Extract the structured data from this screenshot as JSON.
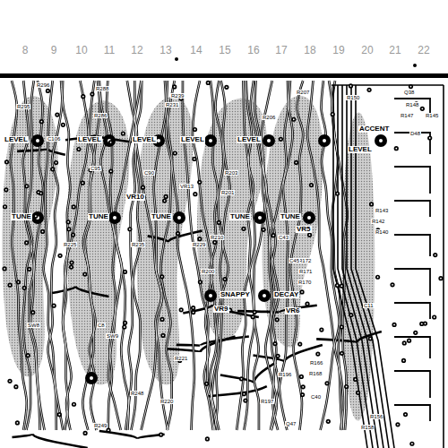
{
  "diagram": {
    "labels": [
      "8",
      "9",
      "10",
      "11",
      "12",
      "13",
      "14",
      "15",
      "16",
      "17",
      "18",
      "19",
      "20",
      "21",
      "22",
      "LEVEL",
      "LEVEL",
      "LEVEL",
      "LEVEL",
      "LEVEL",
      "LEVEL",
      "ACCENT",
      "TUNE",
      "TUNE",
      "TUNE",
      "TUNE",
      "TUNE",
      "VR5",
      "SNAPPY",
      "VR9",
      "DECAY",
      "VR6",
      "VR10",
      "R296",
      "R295",
      "R286",
      "R288",
      "R239",
      "R231",
      "R206",
      "R207",
      "R150",
      "R148",
      "R147",
      "R145",
      "Q38",
      "D48",
      "C95",
      "C90",
      "VR13",
      "C106",
      "R143",
      "R142",
      "R140",
      "C11",
      "R172",
      "R171",
      "R170",
      "R221",
      "R220",
      "R248",
      "R249",
      "R210",
      "R200",
      "R197",
      "R196",
      "R166",
      "R168",
      "R156",
      "R158",
      "C40",
      "Q47",
      "SW8",
      "SW9",
      "C8",
      "R225",
      "R235",
      "R229",
      "C45",
      "C43",
      "R201",
      "R203"
    ]
  }
}
